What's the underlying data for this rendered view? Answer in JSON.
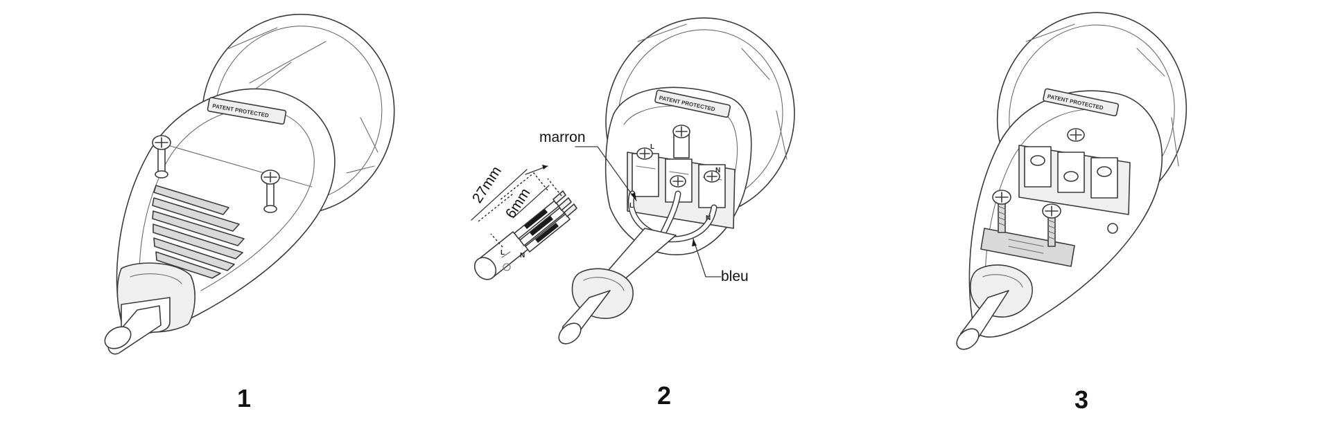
{
  "steps": [
    {
      "number": "1",
      "patent_text": "PATENT PROTECTED"
    },
    {
      "number": "2",
      "patent_text": "PATENT PROTECTED"
    },
    {
      "number": "3",
      "patent_text": "PATENT PROTECTED"
    }
  ],
  "labels": {
    "brown_wire": "marron",
    "blue_wire": "bleu",
    "outer_strip_length": "27mm",
    "inner_strip_length": "6mm"
  },
  "terminal_marks": {
    "live": "L",
    "neutral": "N",
    "earth": "⏚"
  }
}
